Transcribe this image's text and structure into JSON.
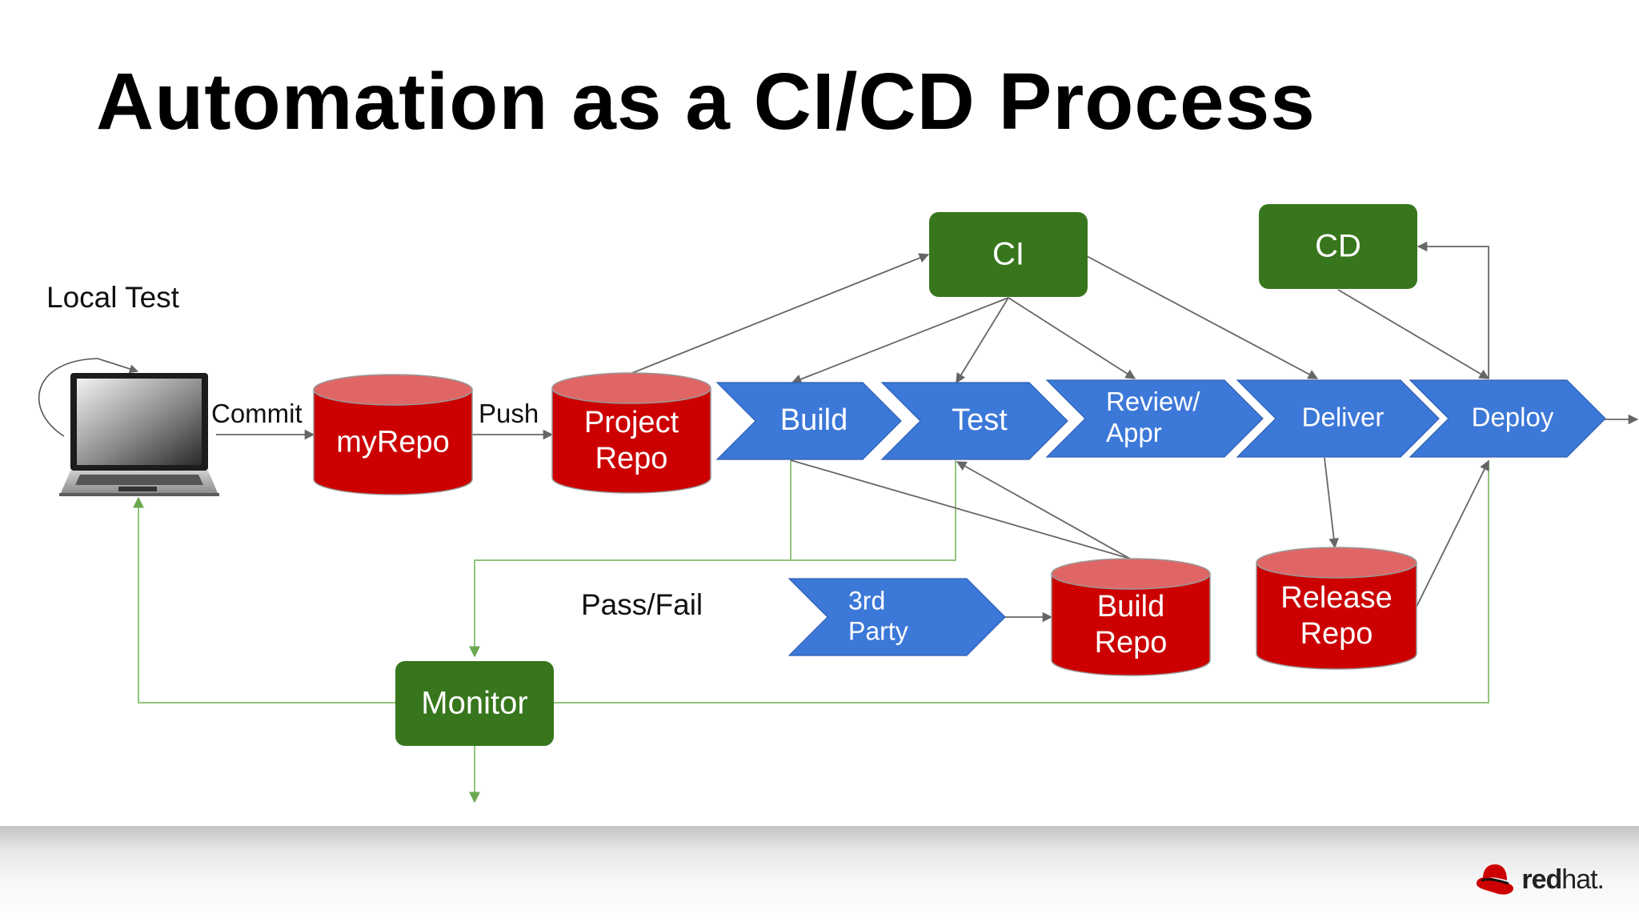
{
  "title": "Automation as a CI/CD Process",
  "labels": {
    "local_test": "Local Test",
    "commit": "Commit",
    "push": "Push",
    "pass_fail": "Pass/Fail"
  },
  "green_boxes": {
    "ci": "CI",
    "cd": "CD",
    "monitor": "Monitor"
  },
  "repos": {
    "my_repo": [
      "myRepo"
    ],
    "project_repo": [
      "Project",
      "Repo"
    ],
    "build_repo": [
      "Build",
      "Repo"
    ],
    "release_repo": [
      "Release",
      "Repo"
    ]
  },
  "pipeline": {
    "build": [
      "Build"
    ],
    "test": [
      "Test"
    ],
    "review": [
      "Review/",
      "Appr"
    ],
    "deliver": [
      "Deliver"
    ],
    "deploy": [
      "Deploy"
    ],
    "third_party": [
      "3rd",
      "Party"
    ]
  },
  "logo": {
    "text_bold": "red",
    "text_regular": "hat."
  },
  "colors": {
    "green": "#38761d",
    "red": "#cc0000",
    "red_top": "#e06666",
    "blue": "#3c78d8",
    "connector_gray": "#666666",
    "connector_green": "#93c47d"
  }
}
